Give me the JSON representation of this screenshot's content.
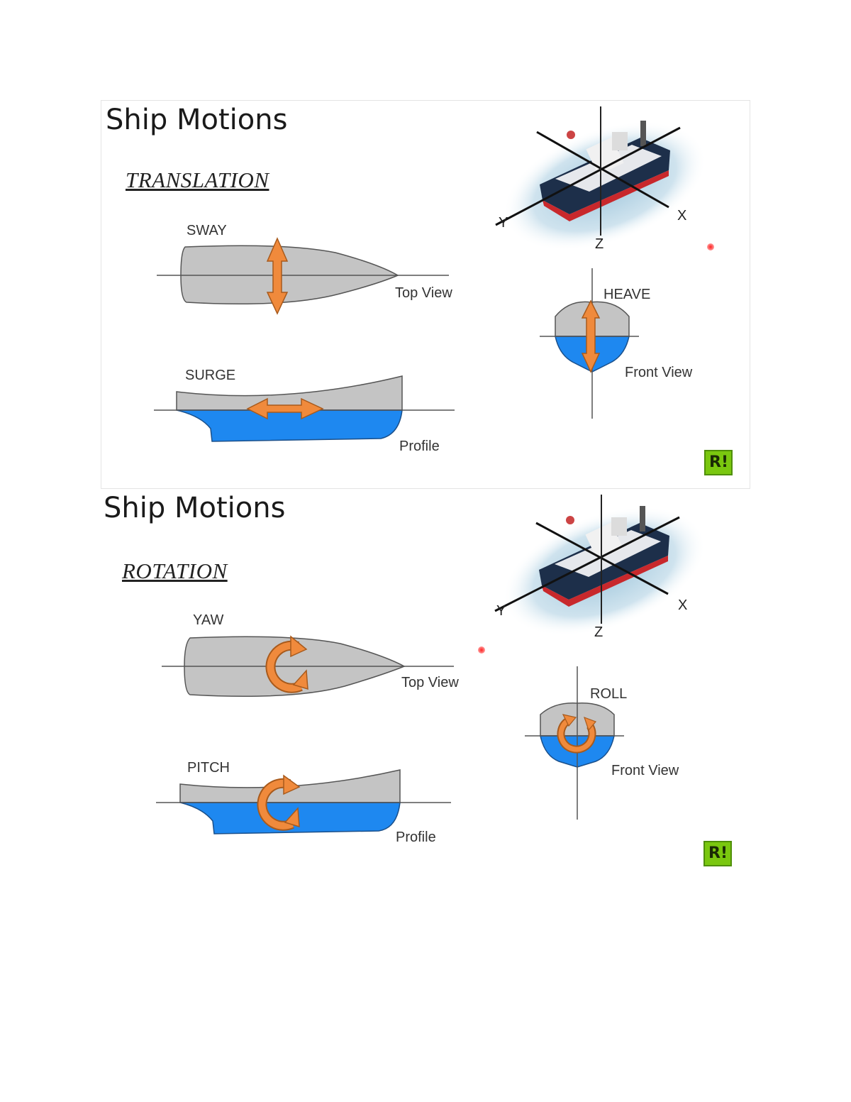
{
  "colors": {
    "hull": "#c4c4c4",
    "water": "#1e88f0",
    "arrow": "#f08a3c",
    "logo": "#7ac70f"
  },
  "slides": [
    {
      "title": "Ship Motions",
      "section": "TRANSLATION",
      "motions": {
        "top_view": {
          "label": "SWAY",
          "view": "Top View",
          "arrow_icon": "double-arrow-vertical-icon"
        },
        "profile": {
          "label": "SURGE",
          "view": "Profile",
          "arrow_icon": "double-arrow-horizontal-icon"
        },
        "front_view": {
          "label": "HEAVE",
          "view": "Front View",
          "arrow_icon": "double-arrow-vertical-icon"
        }
      },
      "axes": {
        "y": "Y",
        "x": "X",
        "z": "Z"
      },
      "logo": "R!"
    },
    {
      "title": "Ship Motions",
      "section": "ROTATION",
      "motions": {
        "top_view": {
          "label": "YAW",
          "view": "Top View",
          "arrow_icon": "rotation-arrow-icon"
        },
        "profile": {
          "label": "PITCH",
          "view": "Profile",
          "arrow_icon": "rotation-arrow-icon"
        },
        "front_view": {
          "label": "ROLL",
          "view": "Front View",
          "arrow_icon": "rotation-arrow-icon"
        }
      },
      "axes": {
        "y": "Y",
        "x": "X",
        "z": "Z"
      },
      "logo": "R!"
    }
  ]
}
